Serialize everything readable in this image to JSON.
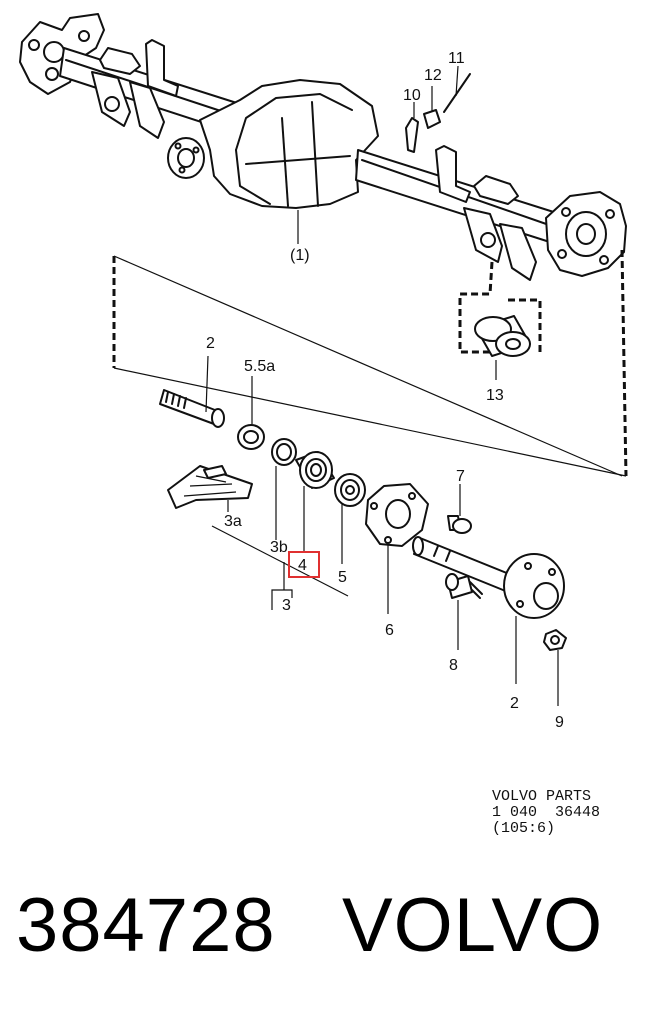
{
  "diagram": {
    "callouts": {
      "c1": "1",
      "c2a": "2",
      "c5_5a": "5a",
      "c5prefix": "5",
      "c3a": "3a",
      "c3b": "3b",
      "c4": "4",
      "c5": "5",
      "c3": "3",
      "c6": "6",
      "c7": "7",
      "c8": "8",
      "c2b": "2",
      "c9": "9",
      "c10": "10",
      "c11": "11",
      "c12": "12",
      "c13": "13"
    },
    "highlight_color": "#e03030",
    "stamp": {
      "line1": "VOLVO PARTS",
      "line2": "1 040  36448",
      "line3": "(105:6)"
    }
  },
  "footer": {
    "part_number": "384728",
    "brand": "VOLVO"
  }
}
